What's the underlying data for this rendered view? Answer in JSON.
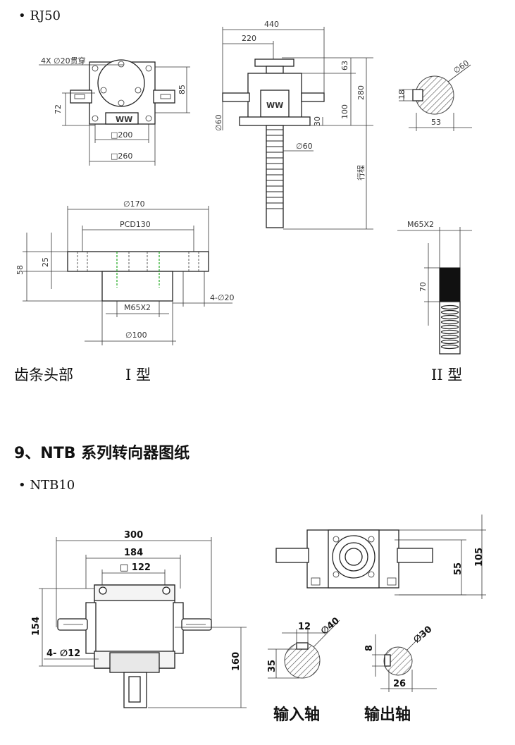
{
  "rj50": {
    "model": "• RJ50",
    "front_view": {
      "hole_note": "4X ∅20贯穿",
      "dim_85": "85",
      "dim_72": "72",
      "dim_200": "□200",
      "dim_260": "□260"
    },
    "side_view": {
      "dim_440": "440",
      "dim_220": "220",
      "dim_63": "63",
      "dim_280": "280",
      "dim_100": "100",
      "dim_30": "30",
      "dim_phi60_left": "∅60",
      "dim_phi60_rod": "∅60",
      "stroke_label": "行程"
    },
    "key_section": {
      "dim_phi60": "∅60",
      "dim_18": "18",
      "dim_53": "53"
    },
    "rack_head": {
      "dim_phi170": "∅170",
      "dim_pcd": "PCD130",
      "dim_58": "58",
      "dim_25": "25",
      "dim_m65": "M65X2",
      "dim_4phi20": "4-∅20",
      "dim_phi100": "∅100"
    },
    "type2_end": {
      "dim_m65": "M65X2",
      "dim_70": "70"
    },
    "captions": {
      "rack_head": "齿条头部",
      "type1": "I 型",
      "type2": "II 型"
    }
  },
  "section": {
    "title": "9、NTB 系列转向器图纸"
  },
  "ntb10": {
    "model": "• NTB10",
    "top_view": {
      "dim_300": "300",
      "dim_184": "184",
      "dim_122": "□ 122",
      "dim_154": "154",
      "dim_4phi12": "4- ∅12",
      "dim_160": "160"
    },
    "end_view": {
      "dim_55": "55",
      "dim_105": "105"
    },
    "input_shaft": {
      "dim_12": "12",
      "dim_phi40": "∅40",
      "dim_35": "35",
      "label": "输入轴"
    },
    "output_shaft": {
      "dim_8": "8",
      "dim_phi30": "∅30",
      "dim_26": "26",
      "label": "输出轴"
    }
  }
}
